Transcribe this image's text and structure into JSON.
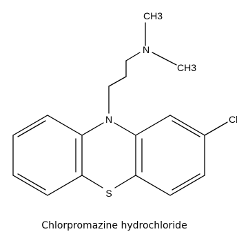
{
  "molecule": {
    "name": "Chlorpromazine hydrochloride",
    "atoms": {
      "methyl_top": "CH3",
      "amine_n": "N",
      "methyl_right": "CH3",
      "ring_n": "N",
      "sulfur": "S",
      "chlorine": "Cl"
    }
  },
  "colors": {
    "ink": "#000000",
    "background": "#ffffff"
  }
}
